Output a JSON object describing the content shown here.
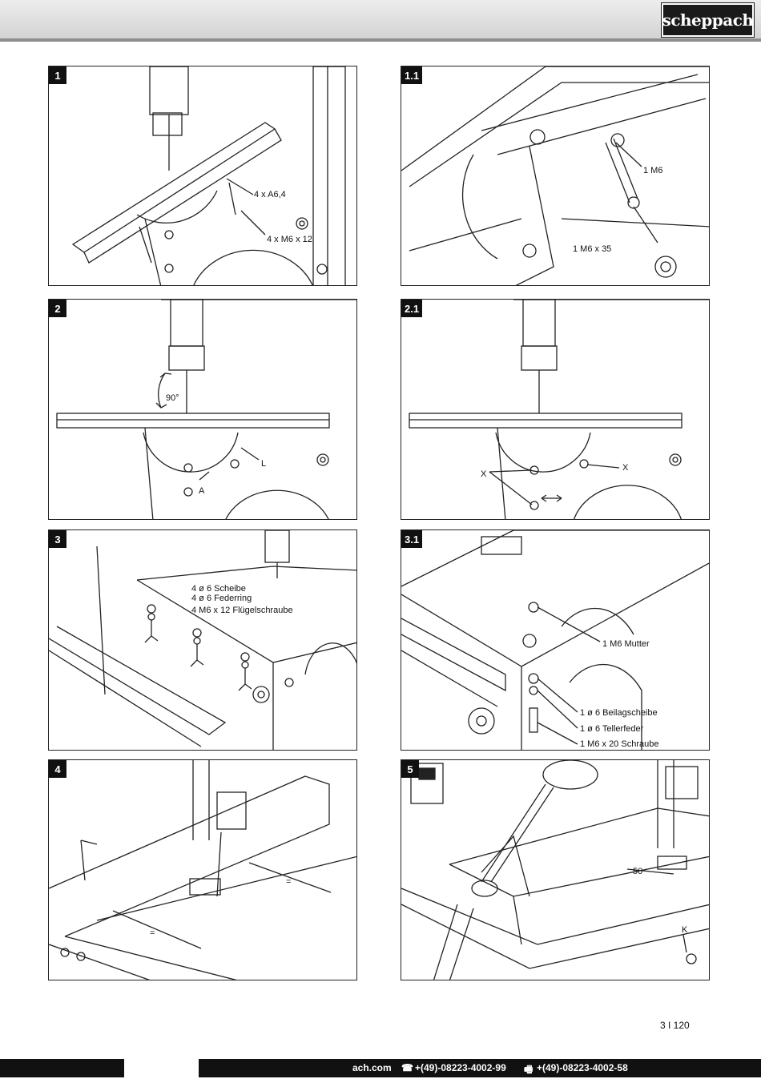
{
  "brand": {
    "logo_text": "scheppach"
  },
  "panels": [
    {
      "id": "1",
      "labels": [
        "4 x A6,4",
        "4 x M6 x 12"
      ]
    },
    {
      "id": "1.1",
      "labels": [
        "1 M6",
        "1 M6 x 35"
      ]
    },
    {
      "id": "2",
      "labels": [
        "90°",
        "L",
        "A"
      ]
    },
    {
      "id": "2.1",
      "labels": [
        "X",
        "X"
      ]
    },
    {
      "id": "3",
      "labels": [
        "4 ø 6 Scheibe",
        "4 ø 6 Federring",
        "4 M6 x 12 Flügelschraube"
      ]
    },
    {
      "id": "3.1",
      "labels": [
        "1 M6 Mutter",
        "1 ø 6 Beilagscheibe",
        "1 ø 6 Tellerfeder",
        "1 M6 x 20 Schraube"
      ]
    },
    {
      "id": "4",
      "labels": [
        "=",
        "="
      ]
    },
    {
      "id": "5",
      "labels": [
        "50",
        "K"
      ]
    }
  ],
  "page_number": "3 I 120",
  "footer": {
    "website": "ach.com",
    "phone_icon": "phone-icon",
    "phone": "+(49)-08223-4002-99",
    "fax_icon": "fax-icon",
    "fax": "+(49)-08223-4002-58"
  }
}
